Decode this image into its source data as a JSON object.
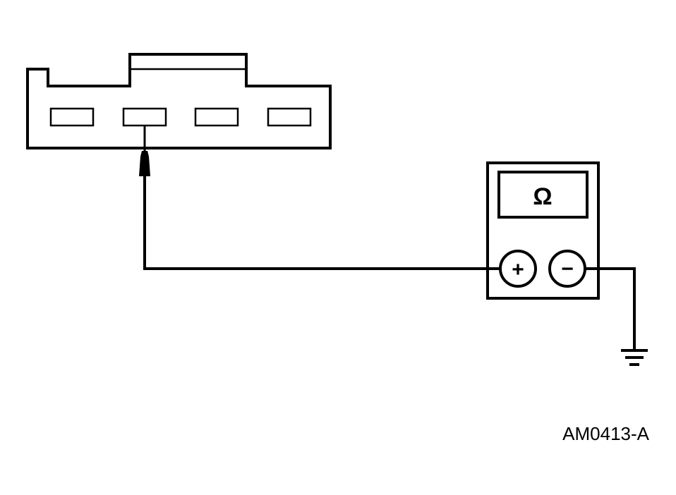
{
  "diagram": {
    "figure_code": "AM0413-A",
    "meter": {
      "unit_symbol": "Ω",
      "positive_terminal": "+",
      "negative_terminal": "−"
    },
    "connector": {
      "pin_count": 4,
      "probed_pin": 2
    },
    "ground_symbol": "ground-icon"
  }
}
